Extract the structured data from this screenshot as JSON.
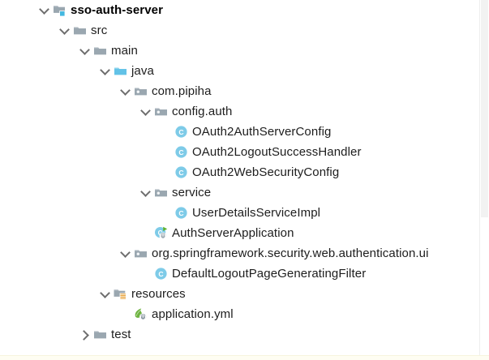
{
  "tree": {
    "rows": [
      {
        "label": "sso-auth-server",
        "depth": 2,
        "twisty": "expanded",
        "icon": "module-folder-icon",
        "bold": true
      },
      {
        "label": "src",
        "depth": 3,
        "twisty": "expanded",
        "icon": "folder-icon",
        "bold": false
      },
      {
        "label": "main",
        "depth": 4,
        "twisty": "expanded",
        "icon": "folder-icon",
        "bold": false
      },
      {
        "label": "java",
        "depth": 5,
        "twisty": "expanded",
        "icon": "source-root-folder-icon",
        "bold": false
      },
      {
        "label": "com.pipiha",
        "depth": 6,
        "twisty": "expanded",
        "icon": "package-folder-icon",
        "bold": false
      },
      {
        "label": "config.auth",
        "depth": 7,
        "twisty": "expanded",
        "icon": "package-folder-icon",
        "bold": false
      },
      {
        "label": "OAuth2AuthServerConfig",
        "depth": 8,
        "twisty": "none",
        "icon": "java-class-icon",
        "bold": false
      },
      {
        "label": "OAuth2LogoutSuccessHandler",
        "depth": 8,
        "twisty": "none",
        "icon": "java-class-icon",
        "bold": false
      },
      {
        "label": "OAuth2WebSecurityConfig",
        "depth": 8,
        "twisty": "none",
        "icon": "java-class-icon",
        "bold": false
      },
      {
        "label": "service",
        "depth": 7,
        "twisty": "expanded",
        "icon": "package-folder-icon",
        "bold": false
      },
      {
        "label": "UserDetailsServiceImpl",
        "depth": 8,
        "twisty": "none",
        "icon": "java-class-icon",
        "bold": false
      },
      {
        "label": "AuthServerApplication",
        "depth": 7,
        "twisty": "none",
        "icon": "spring-boot-runnable-class-icon",
        "bold": false
      },
      {
        "label": "org.springframework.security.web.authentication.ui",
        "depth": 6,
        "twisty": "expanded",
        "icon": "package-folder-icon",
        "bold": false
      },
      {
        "label": "DefaultLogoutPageGeneratingFilter",
        "depth": 7,
        "twisty": "none",
        "icon": "java-class-icon",
        "bold": false
      },
      {
        "label": "resources",
        "depth": 5,
        "twisty": "expanded",
        "icon": "resources-folder-icon",
        "bold": false
      },
      {
        "label": "application.yml",
        "depth": 6,
        "twisty": "none",
        "icon": "spring-config-file-icon",
        "bold": false
      },
      {
        "label": "test",
        "depth": 4,
        "twisty": "collapsed",
        "icon": "folder-icon",
        "bold": false
      }
    ]
  },
  "colors": {
    "folder_gray": "#9aa7b0",
    "source_root_cyan": "#62c2e7",
    "class_cyan": "#6fc7e8",
    "spring_green": "#6db33f",
    "resource_orange": "#e8a33d",
    "text": "#1d1d1d",
    "chevron": "#6e6e6e",
    "background": "#ffffff"
  },
  "scrollbar": {
    "name": "vertical-scrollbar"
  }
}
